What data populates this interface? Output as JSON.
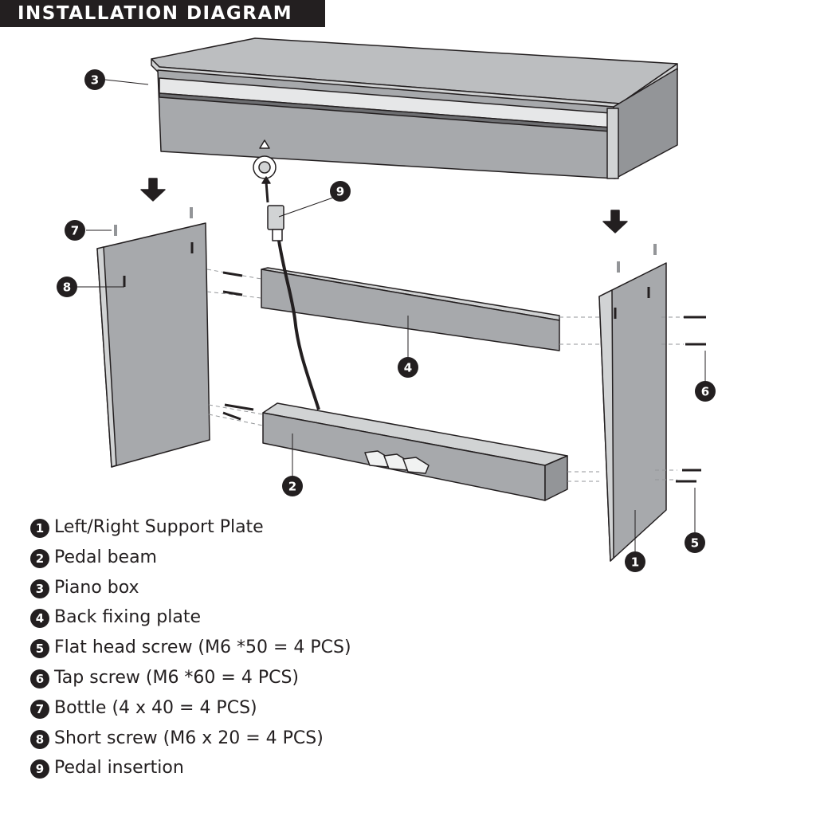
{
  "title": "INSTALLATION DIAGRAM",
  "callouts": {
    "c1": "1",
    "c2": "2",
    "c3": "3",
    "c4": "4",
    "c5": "5",
    "c6": "6",
    "c7": "7",
    "c8": "8",
    "c9": "9"
  },
  "legend": [
    {
      "num": "1",
      "label": "Left/Right Support Plate"
    },
    {
      "num": "2",
      "label": "Pedal beam"
    },
    {
      "num": "3",
      "label": "Piano box"
    },
    {
      "num": "4",
      "label": "Back fixing plate"
    },
    {
      "num": "5",
      "label": "Flat head screw (M6 *50 = 4 PCS)"
    },
    {
      "num": "6",
      "label": "Tap screw (M6 *60 = 4 PCS)"
    },
    {
      "num": "7",
      "label": "Bottle (4 x 40 = 4 PCS)"
    },
    {
      "num": "8",
      "label": "Short screw (M6 x 20 = 4 PCS)"
    },
    {
      "num": "9",
      "label": "Pedal insertion"
    }
  ],
  "colors": {
    "dark": "#231f20",
    "panel": "#a7a9ac",
    "panel_light": "#d1d3d4"
  }
}
